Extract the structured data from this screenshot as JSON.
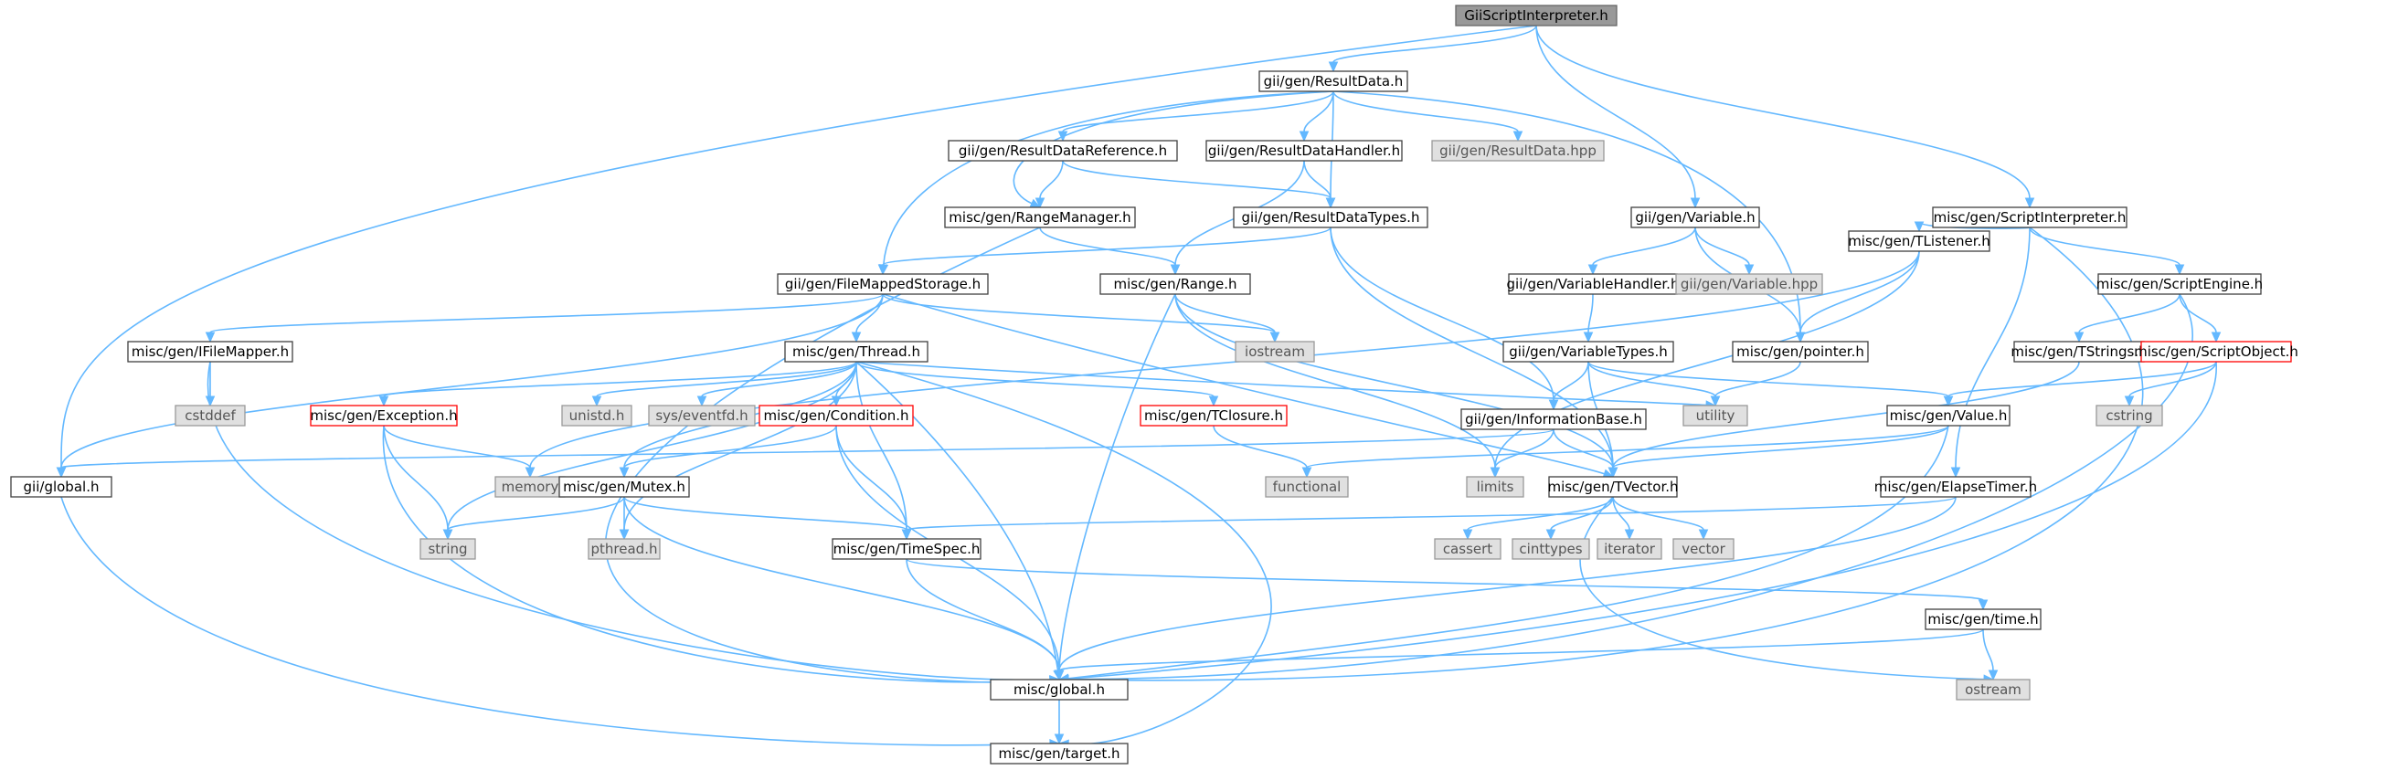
{
  "colors": {
    "edge": "#63b8ff",
    "normal_border": "#404040",
    "broken_border": "#ff0000",
    "external_fill": "#e0e0e0",
    "root_fill": "#999999"
  },
  "nodes": [
    {
      "id": "root",
      "label": "GiiScriptInterpreter.h",
      "kind": "root"
    },
    {
      "id": "resultdata",
      "label": "gii/gen/ResultData.h",
      "kind": "normal"
    },
    {
      "id": "variable",
      "label": "gii/gen/Variable.h",
      "kind": "normal"
    },
    {
      "id": "scriptinterp",
      "label": "misc/gen/ScriptInterpreter.h",
      "kind": "normal"
    },
    {
      "id": "giiglobal",
      "label": "gii/global.h",
      "kind": "normal"
    },
    {
      "id": "rdref",
      "label": "gii/gen/ResultDataReference.h",
      "kind": "normal"
    },
    {
      "id": "rdhandler",
      "label": "gii/gen/ResultDataHandler.h",
      "kind": "normal"
    },
    {
      "id": "rdhpp",
      "label": "gii/gen/ResultData.hpp",
      "kind": "external"
    },
    {
      "id": "rangemgr",
      "label": "misc/gen/RangeManager.h",
      "kind": "normal"
    },
    {
      "id": "rdtypes",
      "label": "gii/gen/ResultDataTypes.h",
      "kind": "normal"
    },
    {
      "id": "fms",
      "label": "gii/gen/FileMappedStorage.h",
      "kind": "normal"
    },
    {
      "id": "range",
      "label": "misc/gen/Range.h",
      "kind": "normal"
    },
    {
      "id": "varhandler",
      "label": "gii/gen/VariableHandler.h",
      "kind": "normal"
    },
    {
      "id": "varhpp",
      "label": "gii/gen/Variable.hpp",
      "kind": "external"
    },
    {
      "id": "tlistener",
      "label": "misc/gen/TListener.h",
      "kind": "normal"
    },
    {
      "id": "scriptengine",
      "label": "misc/gen/ScriptEngine.h",
      "kind": "normal"
    },
    {
      "id": "ifilemapper",
      "label": "misc/gen/IFileMapper.h",
      "kind": "normal"
    },
    {
      "id": "thread",
      "label": "misc/gen/Thread.h",
      "kind": "normal"
    },
    {
      "id": "iostream",
      "label": "iostream",
      "kind": "external"
    },
    {
      "id": "vartypes",
      "label": "gii/gen/VariableTypes.h",
      "kind": "normal"
    },
    {
      "id": "pointer",
      "label": "misc/gen/pointer.h",
      "kind": "normal"
    },
    {
      "id": "tstrings",
      "label": "misc/gen/TStrings.h",
      "kind": "normal"
    },
    {
      "id": "scriptobject",
      "label": "misc/gen/ScriptObject.h",
      "kind": "broken"
    },
    {
      "id": "cstddef",
      "label": "cstddef",
      "kind": "external"
    },
    {
      "id": "exception",
      "label": "misc/gen/Exception.h",
      "kind": "broken"
    },
    {
      "id": "unistd",
      "label": "unistd.h",
      "kind": "external"
    },
    {
      "id": "eventfd",
      "label": "sys/eventfd.h",
      "kind": "external"
    },
    {
      "id": "condition",
      "label": "misc/gen/Condition.h",
      "kind": "broken"
    },
    {
      "id": "tclosure",
      "label": "misc/gen/TClosure.h",
      "kind": "broken"
    },
    {
      "id": "infobase",
      "label": "gii/gen/InformationBase.h",
      "kind": "normal"
    },
    {
      "id": "utility",
      "label": "utility",
      "kind": "external"
    },
    {
      "id": "value",
      "label": "misc/gen/Value.h",
      "kind": "normal"
    },
    {
      "id": "cstring",
      "label": "cstring",
      "kind": "external"
    },
    {
      "id": "memory",
      "label": "memory",
      "kind": "external"
    },
    {
      "id": "functional",
      "label": "functional",
      "kind": "external"
    },
    {
      "id": "limits",
      "label": "limits",
      "kind": "external"
    },
    {
      "id": "tvector",
      "label": "misc/gen/TVector.h",
      "kind": "normal"
    },
    {
      "id": "elapsetimer",
      "label": "misc/gen/ElapseTimer.h",
      "kind": "normal"
    },
    {
      "id": "mutex",
      "label": "misc/gen/Mutex.h",
      "kind": "normal"
    },
    {
      "id": "string",
      "label": "string",
      "kind": "external"
    },
    {
      "id": "pthread",
      "label": "pthread.h",
      "kind": "external"
    },
    {
      "id": "timespec",
      "label": "misc/gen/TimeSpec.h",
      "kind": "normal"
    },
    {
      "id": "cassert",
      "label": "cassert",
      "kind": "external"
    },
    {
      "id": "cinttypes",
      "label": "cinttypes",
      "kind": "external"
    },
    {
      "id": "iterator",
      "label": "iterator",
      "kind": "external"
    },
    {
      "id": "vector",
      "label": "vector",
      "kind": "external"
    },
    {
      "id": "time",
      "label": "misc/gen/time.h",
      "kind": "normal"
    },
    {
      "id": "miscglobal",
      "label": "misc/global.h",
      "kind": "normal"
    },
    {
      "id": "ostream",
      "label": "ostream",
      "kind": "external"
    },
    {
      "id": "target",
      "label": "misc/gen/target.h",
      "kind": "normal"
    }
  ],
  "edges": [
    [
      "root",
      "resultdata"
    ],
    [
      "root",
      "variable"
    ],
    [
      "root",
      "scriptinterp"
    ],
    [
      "root",
      "giiglobal"
    ],
    [
      "resultdata",
      "rdref"
    ],
    [
      "resultdata",
      "rdhandler"
    ],
    [
      "resultdata",
      "rdhpp"
    ],
    [
      "resultdata",
      "rangemgr"
    ],
    [
      "resultdata",
      "rdtypes"
    ],
    [
      "resultdata",
      "fms"
    ],
    [
      "resultdata",
      "pointer"
    ],
    [
      "rdref",
      "rdtypes"
    ],
    [
      "rdref",
      "rangemgr"
    ],
    [
      "rdhandler",
      "rdtypes"
    ],
    [
      "rdhandler",
      "range"
    ],
    [
      "rangemgr",
      "range"
    ],
    [
      "rangemgr",
      "miscglobal"
    ],
    [
      "rdtypes",
      "fms"
    ],
    [
      "rdtypes",
      "infobase"
    ],
    [
      "rdtypes",
      "tvector"
    ],
    [
      "fms",
      "ifilemapper"
    ],
    [
      "fms",
      "thread"
    ],
    [
      "fms",
      "iostream"
    ],
    [
      "fms",
      "giiglobal"
    ],
    [
      "fms",
      "tvector"
    ],
    [
      "range",
      "iostream"
    ],
    [
      "range",
      "limits"
    ],
    [
      "range",
      "tvector"
    ],
    [
      "range",
      "miscglobal"
    ],
    [
      "variable",
      "varhandler"
    ],
    [
      "variable",
      "varhpp"
    ],
    [
      "variable",
      "pointer"
    ],
    [
      "varhandler",
      "vartypes"
    ],
    [
      "vartypes",
      "infobase"
    ],
    [
      "vartypes",
      "utility"
    ],
    [
      "vartypes",
      "value"
    ],
    [
      "vartypes",
      "tvector"
    ],
    [
      "scriptinterp",
      "tlistener"
    ],
    [
      "scriptinterp",
      "scriptengine"
    ],
    [
      "scriptinterp",
      "elapsetimer"
    ],
    [
      "scriptinterp",
      "miscglobal"
    ],
    [
      "tlistener",
      "pointer"
    ],
    [
      "tlistener",
      "memory"
    ],
    [
      "tlistener",
      "limits"
    ],
    [
      "scriptengine",
      "tstrings"
    ],
    [
      "scriptengine",
      "scriptobject"
    ],
    [
      "scriptengine",
      "miscglobal"
    ],
    [
      "tstrings",
      "tvector"
    ],
    [
      "scriptobject",
      "cstring"
    ],
    [
      "scriptobject",
      "value"
    ],
    [
      "scriptobject",
      "miscglobal"
    ],
    [
      "pointer",
      "utility"
    ],
    [
      "ifilemapper",
      "cstddef"
    ],
    [
      "ifilemapper",
      "miscglobal"
    ],
    [
      "thread",
      "exception"
    ],
    [
      "thread",
      "unistd"
    ],
    [
      "thread",
      "eventfd"
    ],
    [
      "thread",
      "condition"
    ],
    [
      "thread",
      "tclosure"
    ],
    [
      "thread",
      "utility"
    ],
    [
      "thread",
      "mutex"
    ],
    [
      "thread",
      "string"
    ],
    [
      "thread",
      "pthread"
    ],
    [
      "thread",
      "timespec"
    ],
    [
      "thread",
      "miscglobal"
    ],
    [
      "thread",
      "target"
    ],
    [
      "exception",
      "memory"
    ],
    [
      "exception",
      "string"
    ],
    [
      "exception",
      "miscglobal"
    ],
    [
      "condition",
      "mutex"
    ],
    [
      "condition",
      "timespec"
    ],
    [
      "condition",
      "miscglobal"
    ],
    [
      "tclosure",
      "functional"
    ],
    [
      "infobase",
      "giiglobal"
    ],
    [
      "infobase",
      "limits"
    ],
    [
      "infobase",
      "tvector"
    ],
    [
      "value",
      "functional"
    ],
    [
      "value",
      "tvector"
    ],
    [
      "value",
      "miscglobal"
    ],
    [
      "tvector",
      "cassert"
    ],
    [
      "tvector",
      "cinttypes"
    ],
    [
      "tvector",
      "iterator"
    ],
    [
      "tvector",
      "vector"
    ],
    [
      "tvector",
      "ostream"
    ],
    [
      "elapsetimer",
      "timespec"
    ],
    [
      "elapsetimer",
      "miscglobal"
    ],
    [
      "mutex",
      "string"
    ],
    [
      "mutex",
      "pthread"
    ],
    [
      "mutex",
      "timespec"
    ],
    [
      "mutex",
      "miscglobal"
    ],
    [
      "timespec",
      "time"
    ],
    [
      "timespec",
      "miscglobal"
    ],
    [
      "time",
      "ostream"
    ],
    [
      "time",
      "miscglobal"
    ],
    [
      "giiglobal",
      "target"
    ],
    [
      "miscglobal",
      "target"
    ]
  ]
}
